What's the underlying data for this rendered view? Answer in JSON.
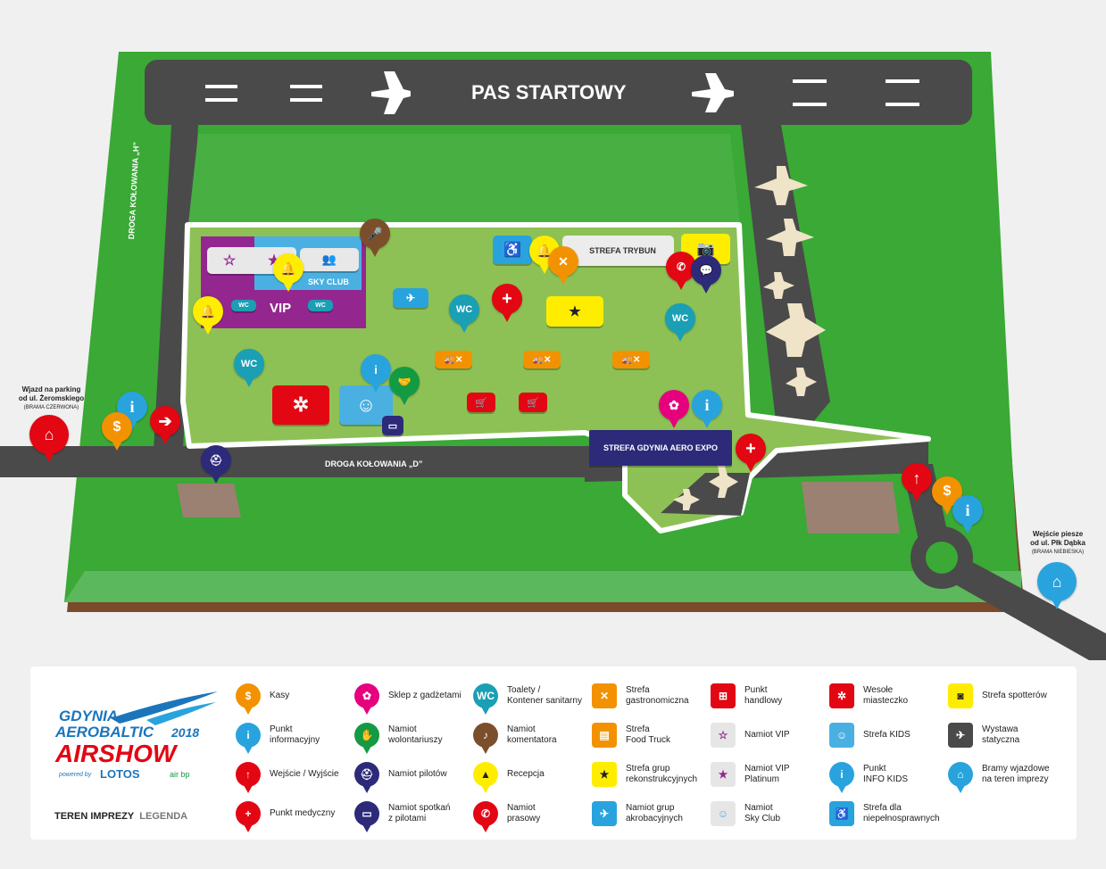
{
  "map": {
    "runway_label": "PAS STARTOWY",
    "taxiway_h": "DROGA KOŁOWANIA „H”",
    "taxiway_d": "DROGA KOŁOWANIA „D”",
    "entry_left": {
      "line1": "Wjazd na parking",
      "line2": "od ul. Żeromskiego",
      "line3": "(BRAMA CZERWONA)"
    },
    "entry_right": {
      "line1": "Wejście piesze",
      "line2": "od ul. Płk Dąbka",
      "line3": "(BRAMA NIEBIESKA)"
    },
    "sky_club": "SKY CLUB",
    "vip": "VIP",
    "wc": "WC",
    "strefa_trybun": "STREFA TRYBUN",
    "aero_expo": "STREFA GDYNIA AERO EXPO"
  },
  "colors": {
    "grass": "#3aa935",
    "field": "#8dc155",
    "road": "#4a4a4a",
    "vip": "#93278f",
    "skyclub": "#4ab0e2",
    "red": "#e30613",
    "orange": "#f39200",
    "blue": "#29a3dd",
    "teal": "#1a9fb5",
    "yellow": "#ffed00",
    "navy": "#2d2a7a",
    "brown": "#7c4f2c",
    "green": "#139a43",
    "magenta": "#e6007e"
  },
  "legend": {
    "logo": {
      "line1": "GDYNIA",
      "line2": "AEROBALTIC",
      "year": "2018",
      "line3": "AIRSHOW",
      "powered": "powered by",
      "lotos": "LOTOS",
      "airbp": "air bp"
    },
    "footer": {
      "bold": "TEREN IMPREZY",
      "light": "LEGENDA"
    },
    "items": [
      {
        "label": "Kasy",
        "icon": "dollar-icon"
      },
      {
        "label": "Punkt\ninformacyjny",
        "icon": "info-icon"
      },
      {
        "label": "Wejście / Wyjście",
        "icon": "arrow-up-icon"
      },
      {
        "label": "Punkt medyczny",
        "icon": "cross-icon"
      },
      {
        "label": "Sklep z gadżetami",
        "icon": "flower-icon"
      },
      {
        "label": "Namiot\nwolontariuszy",
        "icon": "handshake-icon"
      },
      {
        "label": "Namiot pilotów",
        "icon": "pilot-cap-icon"
      },
      {
        "label": "Namiot spotkań\nz pilotami",
        "icon": "chat-icon"
      },
      {
        "label": "Toalety /\nKontener sanitarny",
        "icon": "wc-icon"
      },
      {
        "label": "Namiot\nkomentatora",
        "icon": "microphone-icon"
      },
      {
        "label": "Recepcja",
        "icon": "bell-icon"
      },
      {
        "label": "Namiot\nprasowy",
        "icon": "press-icon"
      },
      {
        "label": "Strefa\ngastronomiczna",
        "icon": "fork-knife-icon"
      },
      {
        "label": "Strefa\nFood Truck",
        "icon": "food-truck-icon"
      },
      {
        "label": "Strefa grup\nrekonstrukcyjnych",
        "icon": "medal-icon"
      },
      {
        "label": "Namiot grup\nakrobacyjnych",
        "icon": "aerobatic-plane-icon"
      },
      {
        "label": "Punkt\nhandlowy",
        "icon": "cart-icon"
      },
      {
        "label": "Namiot VIP",
        "icon": "star-icon"
      },
      {
        "label": "Namiot VIP\nPlatinum",
        "icon": "star-platinum-icon"
      },
      {
        "label": "Namiot\nSky Club",
        "icon": "people-icon"
      },
      {
        "label": "Wesołe\nmiasteczko",
        "icon": "ferris-wheel-icon"
      },
      {
        "label": "Strefa KIDS",
        "icon": "kid-face-icon"
      },
      {
        "label": "Punkt\nINFO KIDS",
        "icon": "info-kids-icon"
      },
      {
        "label": "Strefa dla\nniepełnosprawnych",
        "icon": "wheelchair-icon"
      },
      {
        "label": "Strefa spotterów",
        "icon": "camera-icon"
      },
      {
        "label": "Wystawa\nstatyczna",
        "icon": "static-plane-icon"
      },
      {
        "label": "Bramy wjazdowe\nna teren imprezy",
        "icon": "gate-icon"
      }
    ]
  }
}
